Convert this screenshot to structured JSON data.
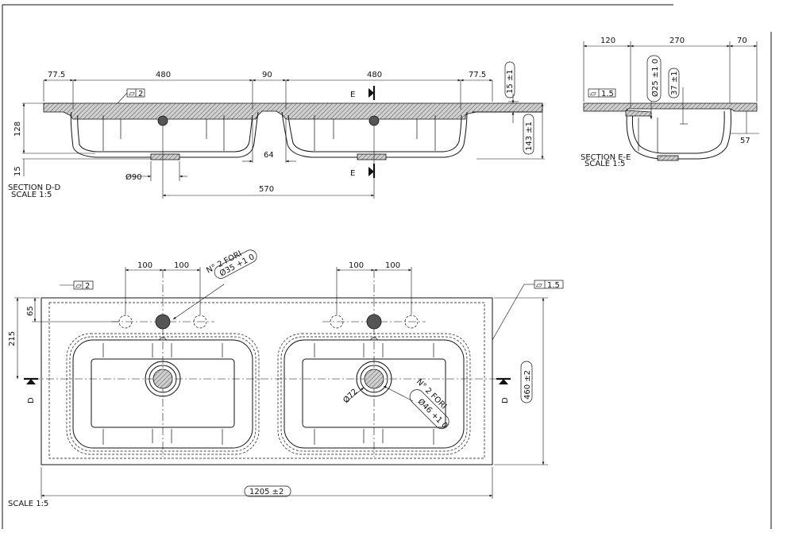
{
  "section_dd": {
    "title": "SECTION D-D",
    "scale": "SCALE 1:5",
    "dims": {
      "left_offset": "77.5",
      "bowl_width_1": "480",
      "middle_gap": "90",
      "bowl_width_2": "480",
      "right_offset": "77.5",
      "top_thickness": "15 ±1",
      "height_left": "128",
      "bottom_offset": "15",
      "overall_height": "143 ±1",
      "drain_dia": "Ø90",
      "center_gap": "64",
      "center_distance": "570"
    },
    "flatness": "2",
    "cut_label": "E"
  },
  "section_ee": {
    "title": "SECTION E-E",
    "scale": "SCALE 1:5",
    "dims": {
      "left": "120",
      "middle": "270",
      "right": "70",
      "hole_dia": "Ø25 ±1 0",
      "height": "37 ±1",
      "depth": "57"
    },
    "flatness": "1.5"
  },
  "plan_view": {
    "scale": "SCALE 1:5",
    "tap_spacing": [
      "100",
      "100",
      "100",
      "100"
    ],
    "tap_holes_note": "N° 2 FORI",
    "tap_hole_dia": "Ø35 +1 0",
    "drain_note": "N° 2 FORI",
    "drain_hole_dia": "Ø46 +1 0",
    "waste_dia": "Ø72",
    "dim_65": "65",
    "dim_215": "215",
    "depth": "460 ±2",
    "width": "1205 ±2",
    "flatness_left": "2",
    "flatness_right": "1.5",
    "cut_label": "D"
  },
  "flatness_symbol": "▱"
}
